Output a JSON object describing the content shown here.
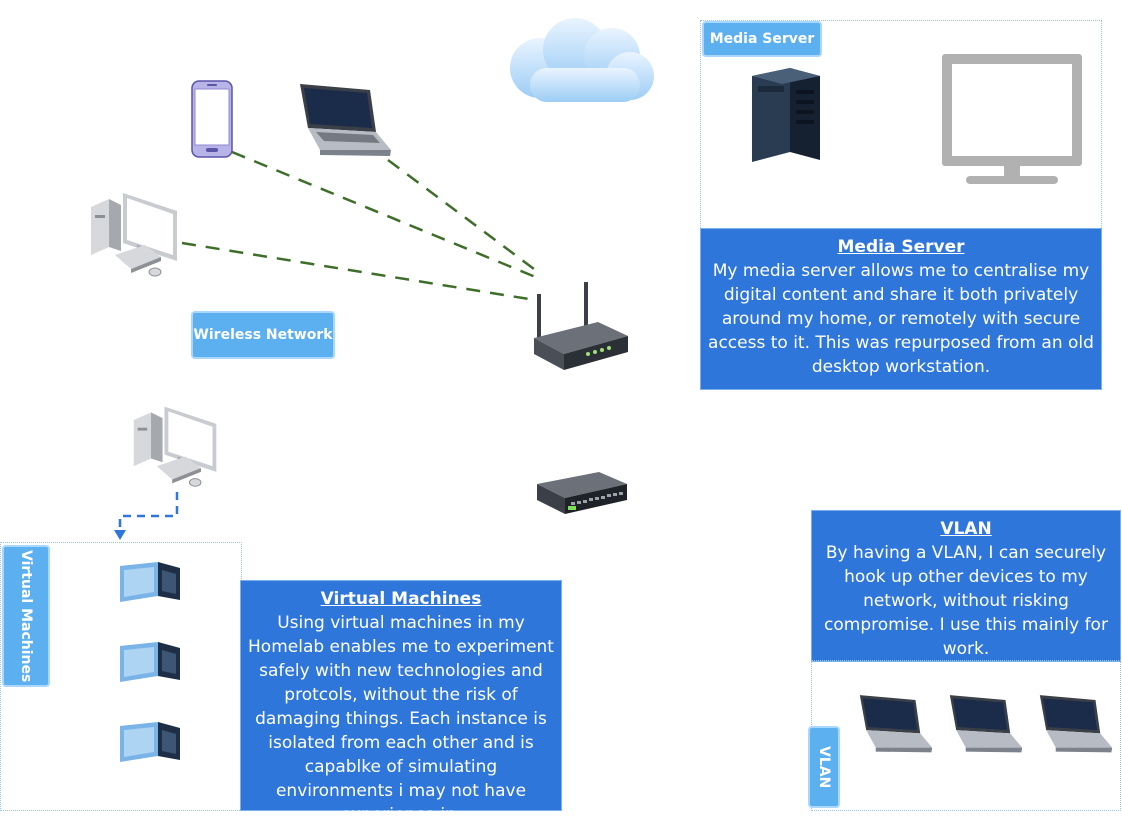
{
  "labels": {
    "media_server": "Media Server",
    "wireless_network": "Wireless Network",
    "virtual_machines": "Virtual Machines",
    "vlan": "VLAN"
  },
  "boxes": {
    "media": {
      "title": "Media Server",
      "body": "My media server allows me to centralise my digital content and share it both privately around my home, or remotely with secure access to it. This was repurposed from an old desktop workstation."
    },
    "vm": {
      "title": "Virtual Machines",
      "body": "Using virtual machines in my Homelab enables me to experiment safely with new technologies and protcols, without the risk of damaging things. Each instance is isolated from each other and is capablke of simulating environments i may not have experience in."
    },
    "vlan": {
      "title": "VLAN",
      "body": "By having a VLAN, I can securely hook up other devices to my network, without risking compromise. I use this mainly for work."
    }
  },
  "colors": {
    "accent": "#2e76d9",
    "tag": "#5cb0f0",
    "wireless_link": "#3e6e2a",
    "vm_link": "#2e76d9"
  },
  "icons": [
    "cloud-icon",
    "smartphone-icon",
    "laptop-icon",
    "desktop-pc-icon",
    "router-icon",
    "network-switch-icon",
    "server-tower-icon",
    "monitor-icon",
    "virtual-machine-icon"
  ]
}
